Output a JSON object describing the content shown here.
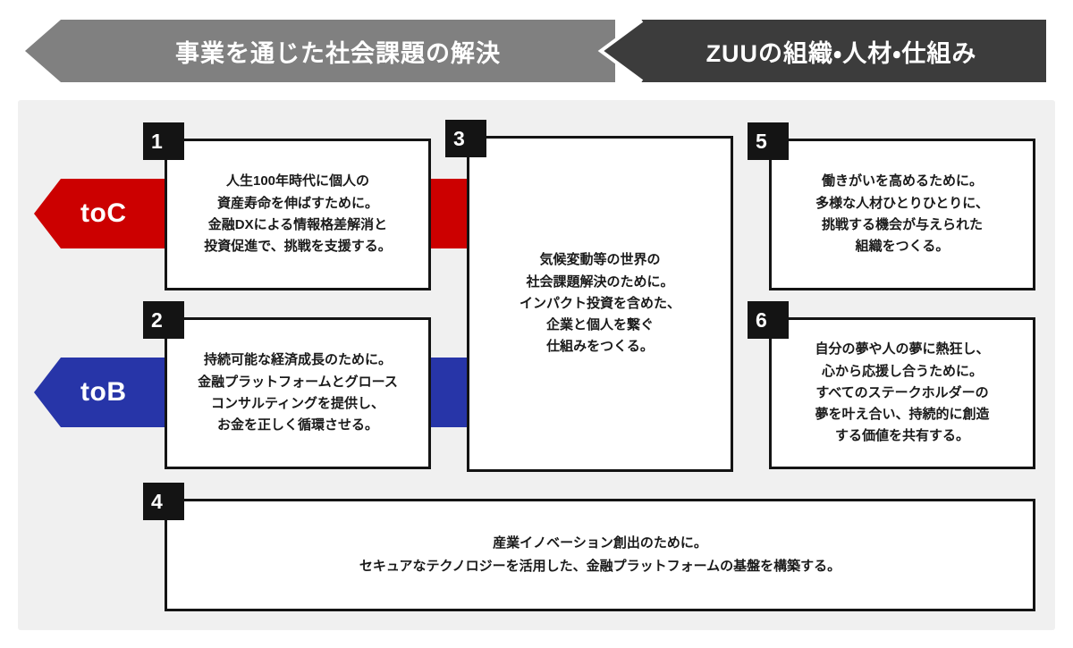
{
  "header": {
    "left_banner": "事業を通じた社会課題の解決",
    "right_banner": "ZUUの組織・人材・仕組み"
  },
  "bands": [
    {
      "id": "toc",
      "label": "toC",
      "color": "#cc0000"
    },
    {
      "id": "tob",
      "label": "toB",
      "color": "#2735a8"
    }
  ],
  "cards": [
    {
      "number": "1",
      "text": "人生100年時代に個人の\n資産寿命を伸ばすために。\n金融DXによる情報格差解消と\n投資促進で、挑戦を支援する。"
    },
    {
      "number": "2",
      "text": "持続可能な経済成長のために。\n金融プラットフォームとグロース\nコンサルティングを提供し、\nお金を正しく循環させる。"
    },
    {
      "number": "3",
      "text": "気候変動等の世界の\n社会課題解決のために。\nインパクト投資を含めた、\n企業と個人を繋ぐ\n仕組みをつくる。"
    },
    {
      "number": "4",
      "text": "産業イノベーション創出のために。\nセキュアなテクノロジーを活用した、金融プラットフォームの基盤を構築する。"
    },
    {
      "number": "5",
      "text": "働きがいを高めるために。\n多様な人材ひとりひとりに、\n挑戦する機会が与えられた\n組織をつくる。"
    },
    {
      "number": "6",
      "text": "自分の夢や人の夢に熱狂し、\n心から応援し合うために。\nすべてのステークホルダーの\n夢を叶え合い、持続的に創造\nする価値を共有する。"
    }
  ],
  "colors": {
    "stage_background": "#f0f0f0",
    "banner_left": "#808080",
    "banner_right": "#3c3c3c",
    "badge": "#141414",
    "border": "#141414",
    "page_background": "#ffffff"
  }
}
